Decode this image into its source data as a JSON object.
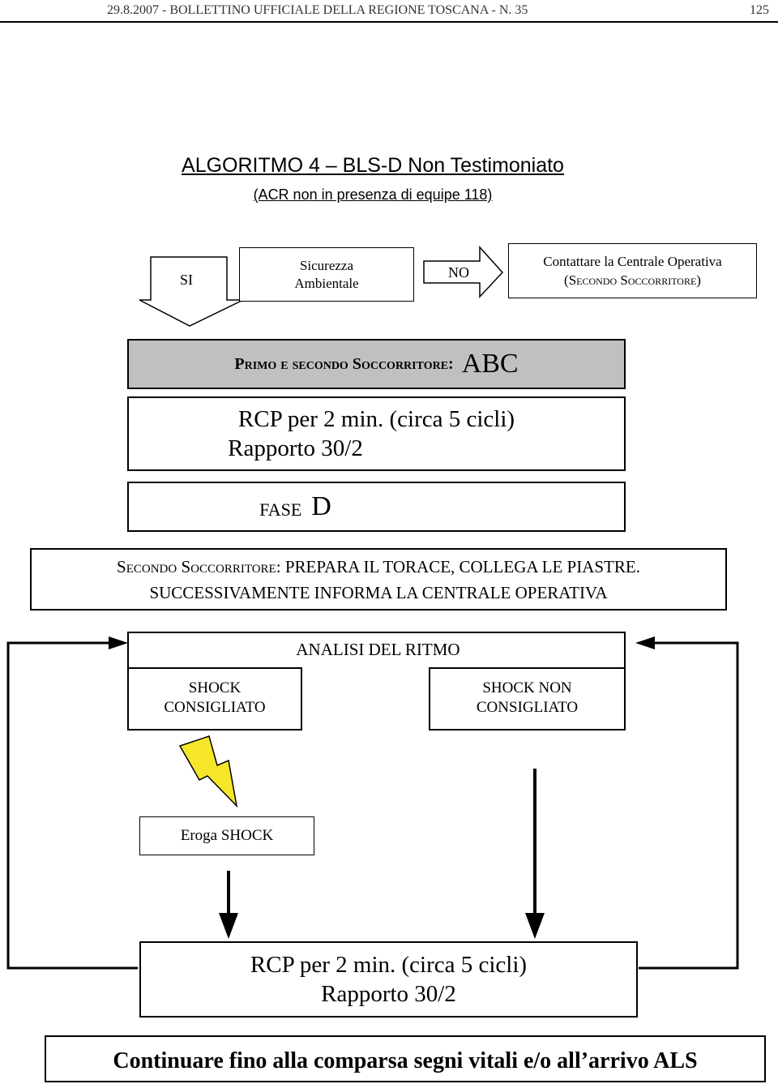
{
  "header": {
    "left": "29.8.2007 - BOLLETTINO UFFICIALE DELLA REGIONE TOSCANA - N. 35",
    "page": "125"
  },
  "title": {
    "part1": "ALGORITMO 4 – BLS-D ",
    "part2": "Non Testimoniato",
    "subtitle": "(ACR non in presenza di equipe 118)"
  },
  "top_row": {
    "si_label": "SI",
    "safety_line1": "Sicurezza",
    "safety_line2": "Ambientale",
    "no_label": "NO",
    "contact_line1": "Contattare la Centrale Operativa",
    "contact_line2": "(Secondo Soccorritore)"
  },
  "abc_box": {
    "label": "Primo e secondo Soccorritore:",
    "value": "ABC"
  },
  "rcp_box_1": {
    "line1": "RCP per 2 min. (circa 5 cicli)",
    "line2": "Rapporto 30/2"
  },
  "fase_box": {
    "label": "FASE",
    "letter": "D"
  },
  "secondo_box": {
    "prefix": "Secondo Soccorritore:",
    "line1_rest": " PREPARA IL TORACE, COLLEGA LE PIASTRE.",
    "line2": "SUCCESSIVAMENTE INFORMA LA CENTRALE OPERATIVA"
  },
  "analisi": {
    "title": "ANALISI DEL RITMO",
    "shock_line1": "SHOCK",
    "shock_line2": "CONSIGLIATO",
    "no_shock_line1": "SHOCK NON",
    "no_shock_line2": "CONSIGLIATO"
  },
  "eroga": "Eroga SHOCK",
  "rcp_box_2": {
    "line1": "RCP per 2 min. (circa 5 cicli)",
    "line2": "Rapporto 30/2"
  },
  "final": "Continuare fino alla comparsa segni vitali e/o all’arrivo ALS",
  "colors": {
    "abc_fill": "#c0c0c0",
    "lightning_fill": "#f5e62a"
  }
}
